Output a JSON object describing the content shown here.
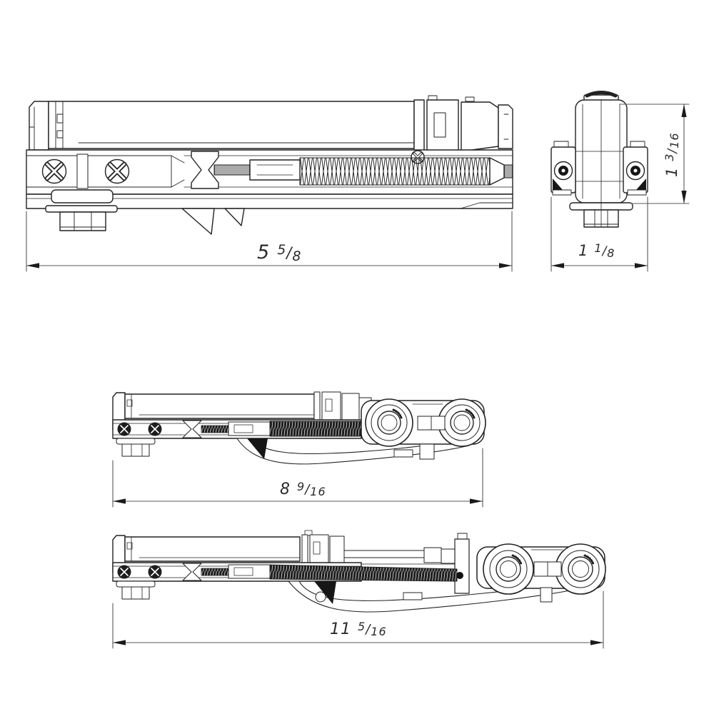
{
  "drawing": {
    "type": "technical-drawing",
    "subject": "soft-close sliding door damper and roller carriage",
    "background_color": "#ffffff",
    "line_color": "#222222",
    "dim_line_color": "#5a5a5a",
    "fraction_slash": "/",
    "views": {
      "side": "damper unit side view",
      "end": "damper unit end view",
      "retracted": "damper with roller carriage retracted",
      "extended": "damper with roller carriage extended"
    },
    "dimensions": {
      "side_length": {
        "whole": "5",
        "num": "5",
        "den": "8",
        "text": "5 5/8"
      },
      "end_height": {
        "whole": "1",
        "num": "3",
        "den": "16",
        "text": "1 3/16"
      },
      "end_width": {
        "whole": "1",
        "num": "1",
        "den": "8",
        "text": "1 1/8"
      },
      "retracted_length": {
        "whole": "8",
        "num": "9",
        "den": "16",
        "text": "8 9/16"
      },
      "extended_length": {
        "whole": "11",
        "num": "5",
        "den": "16",
        "text": "11 5/16"
      }
    }
  }
}
